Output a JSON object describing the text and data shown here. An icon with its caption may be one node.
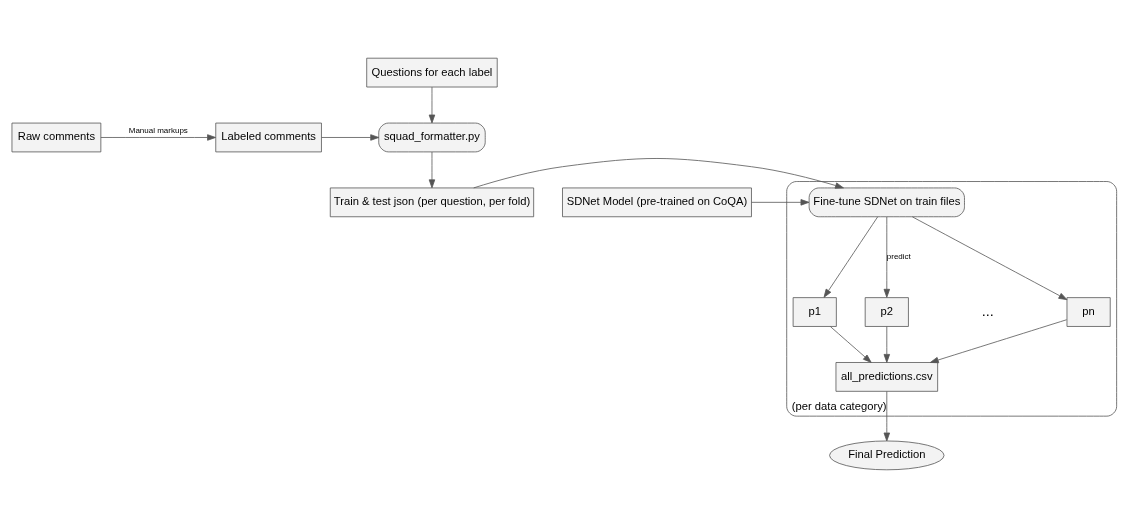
{
  "diagram": {
    "nodes": [
      {
        "text": [
          "Raw comments"
        ]
      },
      {
        "text": [
          "Labeled comments"
        ]
      },
      {
        "text": [
          "squad_formatter.py"
        ]
      },
      {
        "text": [
          "Questions for each label"
        ]
      },
      {
        "text": [
          "SDNet Model (pre-trained on CoQA)"
        ]
      },
      {
        "text": [],
        "shape": "box",
        "beside": [
          "(per data category)"
        ]
      },
      {
        "text": [
          "Fine-tune SDNet on train files"
        ],
        "in": 5
      },
      {
        "text": [
          "Train & test json (per question, per fold)"
        ]
      },
      {
        "text": [
          "p1"
        ],
        "in": 5
      },
      {
        "text": [
          "p2"
        ],
        "in": 5
      },
      {
        "text": [
          "pn"
        ],
        "in": 5
      },
      {
        "text": [
          "all_predictions.csv"
        ],
        "in": 5
      },
      {
        "text": [
          "Final Prediction"
        ]
      }
    ],
    "edges": [
      {
        "from": 0,
        "to": 1,
        "arrow": "to",
        "label": "Manual markups"
      },
      {
        "from": 1,
        "to": 2,
        "arrow": "to"
      },
      {
        "from": 3,
        "to": 2,
        "arrow": "to"
      },
      {
        "from": 2,
        "to": 7,
        "arrow": "to"
      },
      {
        "from": 4,
        "to": 6,
        "arrow": "to"
      },
      {
        "from": 7,
        "to": 6,
        "arrow": "to"
      },
      {
        "from": 6,
        "to": 8,
        "arrow": "to"
      },
      {
        "from": 6,
        "to": 9,
        "arrow": "to",
        "label": "predict"
      },
      {
        "from": 6,
        "to": 10,
        "arrow": "to"
      },
      {
        "from": 8,
        "to": 11,
        "arrow": "to"
      },
      {
        "from": 9,
        "to": 11,
        "arrow": "to"
      },
      {
        "from": 10,
        "to": 11,
        "arrow": "to"
      },
      {
        "from": 11,
        "to": 12,
        "arrow": "to"
      }
    ],
    "labels": [
      "..."
    ]
  }
}
